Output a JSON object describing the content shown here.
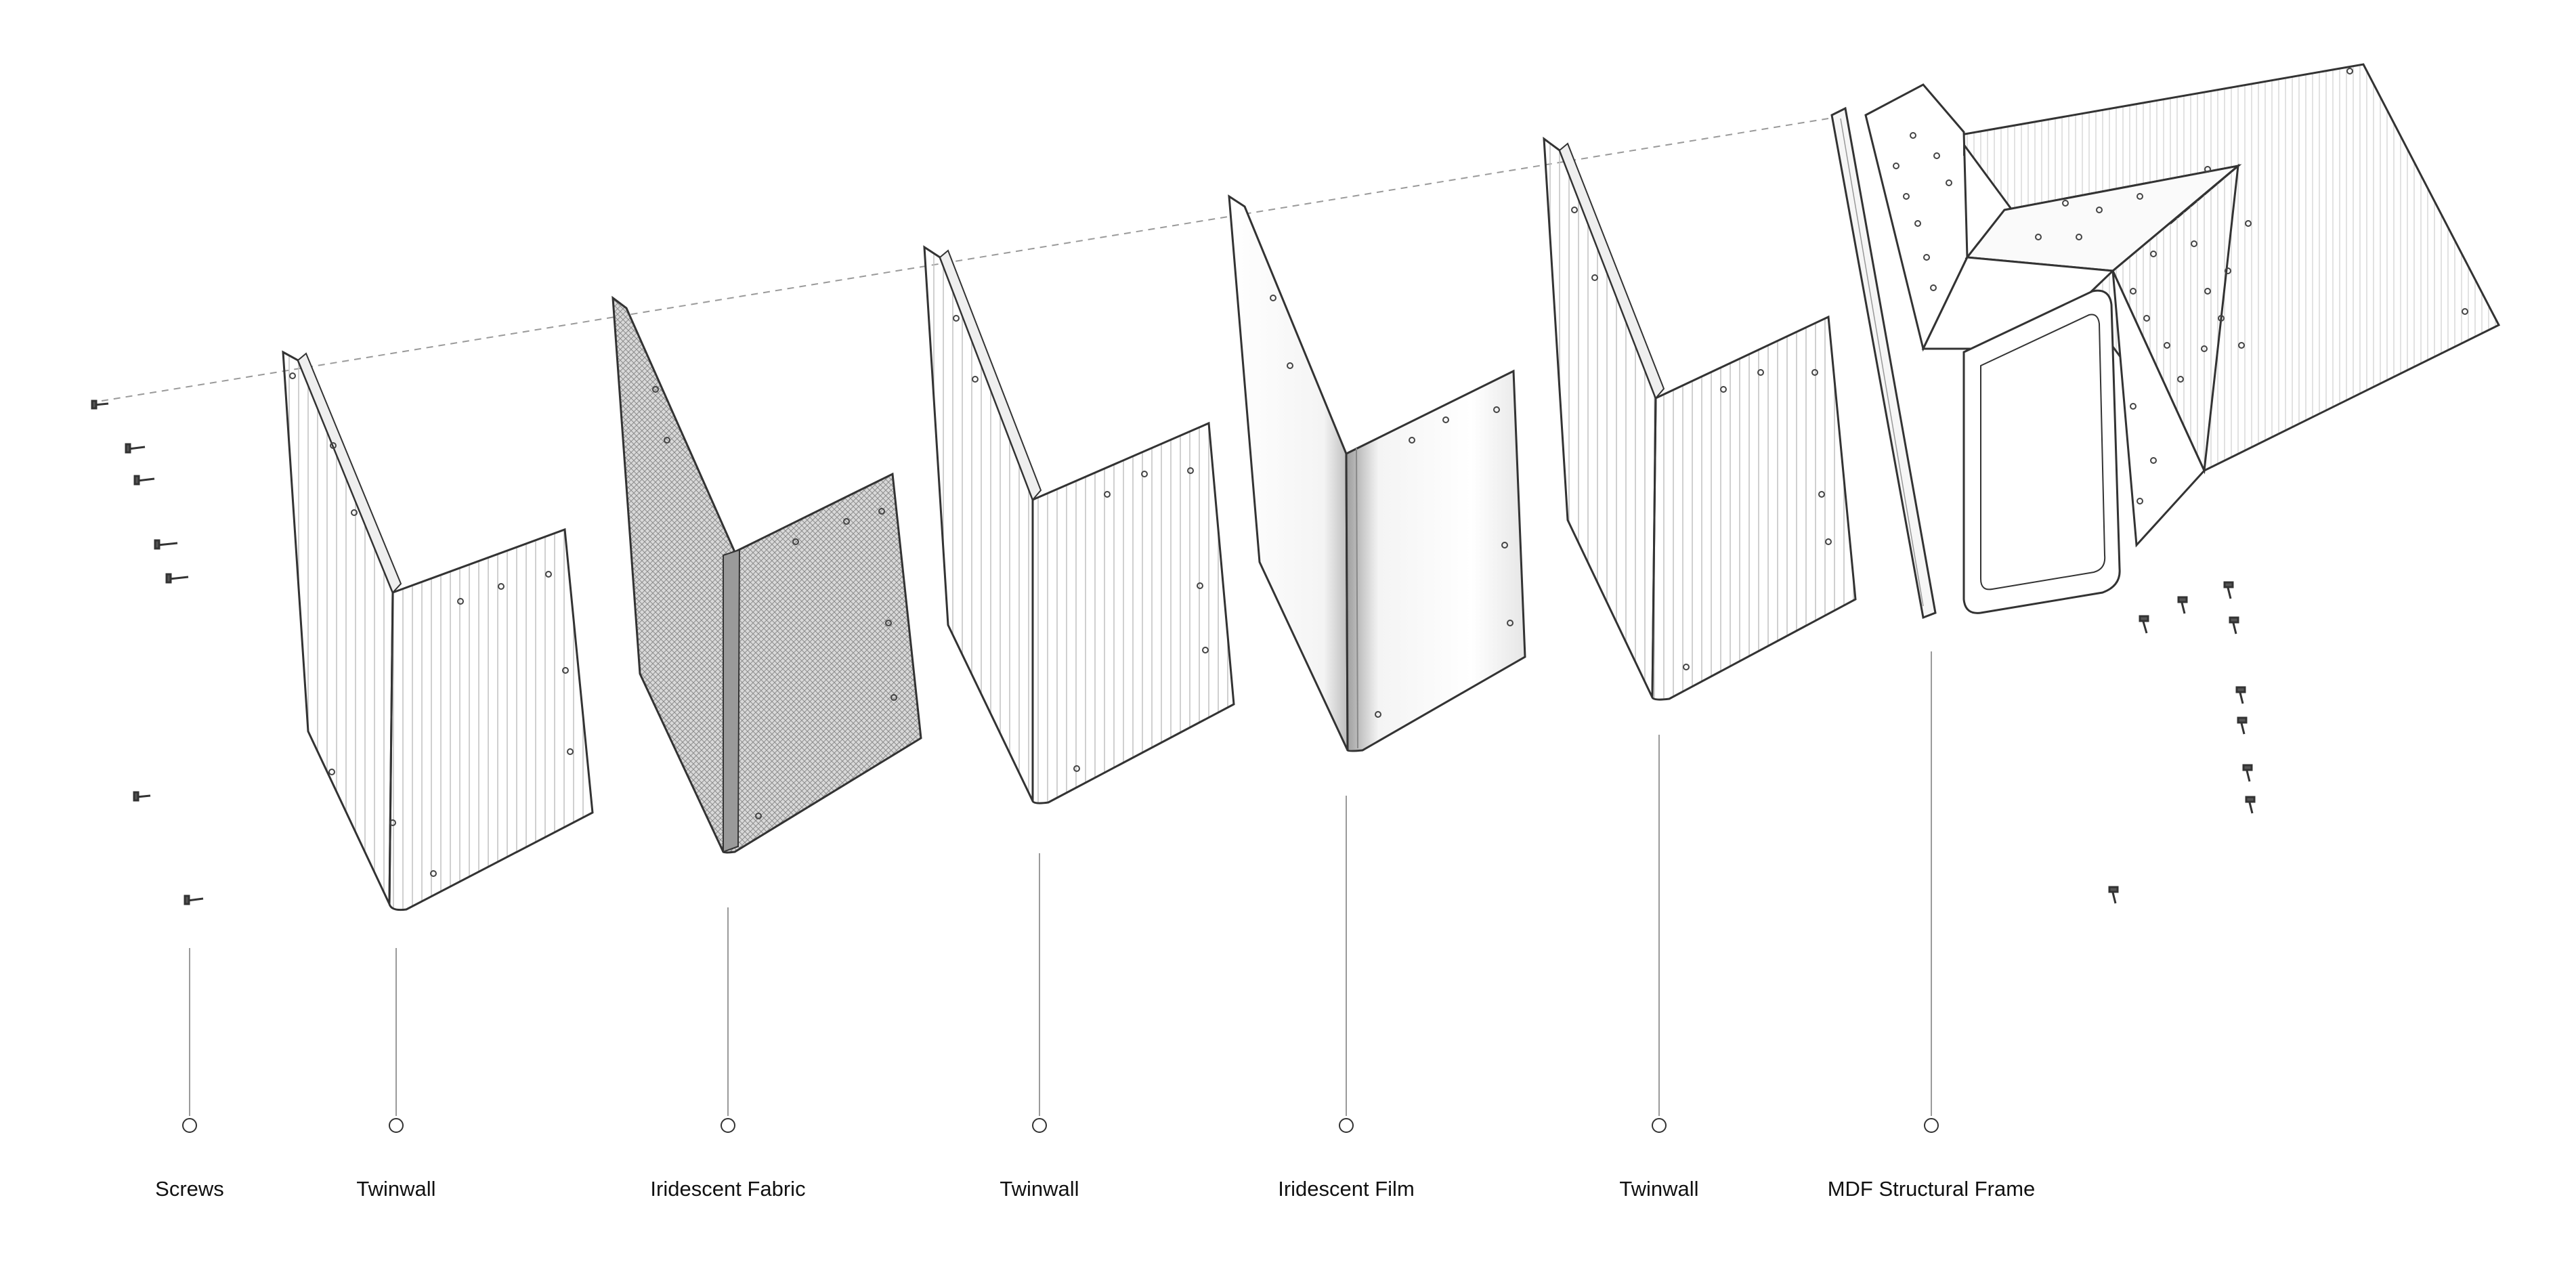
{
  "labels": [
    {
      "id": "screws",
      "text": "Screws"
    },
    {
      "id": "twinwall-1",
      "text": "Twinwall"
    },
    {
      "id": "iridescent-fabric",
      "text": "Iridescent Fabric"
    },
    {
      "id": "twinwall-2",
      "text": "Twinwall"
    },
    {
      "id": "iridescent-film",
      "text": "Iridescent Film"
    },
    {
      "id": "twinwall-3",
      "text": "Twinwall"
    },
    {
      "id": "mdf-frame",
      "text": "MDF Structural Frame"
    }
  ],
  "colors": {
    "line": "#333333",
    "leader": "#9a9a9a",
    "fabric": "#bdbdbd",
    "panel": "#ffffff",
    "text": "#111111"
  }
}
